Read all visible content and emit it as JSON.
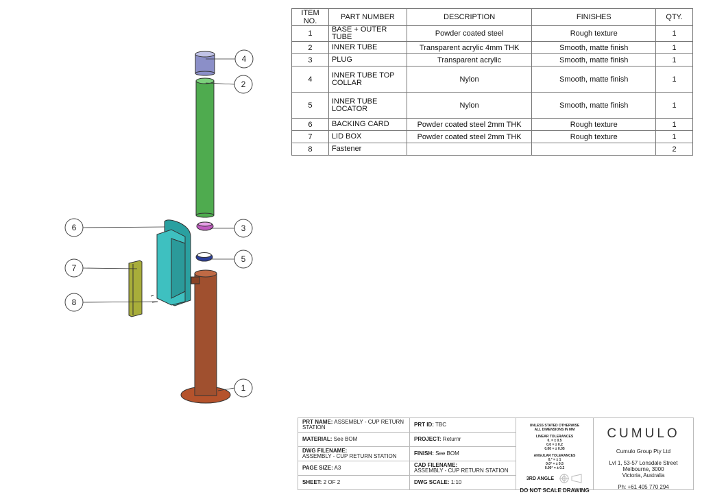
{
  "bom": {
    "headers": [
      "ITEM NO.",
      "PART NUMBER",
      "DESCRIPTION",
      "FINISHES",
      "QTY."
    ],
    "rows": [
      {
        "item": "1",
        "part": "BASE + OUTER TUBE",
        "desc": "Powder coated steel",
        "finish": "Rough texture",
        "qty": "1"
      },
      {
        "item": "2",
        "part": "INNER TUBE",
        "desc": "Transparent acrylic 4mm THK",
        "finish": "Smooth, matte finish",
        "qty": "1"
      },
      {
        "item": "3",
        "part": "PLUG",
        "desc": "Transparent acrylic",
        "finish": "Smooth, matte finish",
        "qty": "1"
      },
      {
        "item": "4",
        "part": "INNER TUBE TOP COLLAR",
        "desc": "Nylon",
        "finish": "Smooth, matte finish",
        "qty": "1"
      },
      {
        "item": "5",
        "part": "INNER TUBE LOCATOR",
        "desc": "Nylon",
        "finish": "Smooth, matte finish",
        "qty": "1"
      },
      {
        "item": "6",
        "part": "BACKING CARD",
        "desc": "Powder coated steel 2mm THK",
        "finish": "Rough texture",
        "qty": "1"
      },
      {
        "item": "7",
        "part": "LID BOX",
        "desc": "Powder coated steel 2mm THK",
        "finish": "Rough texture",
        "qty": "1"
      },
      {
        "item": "8",
        "part": "Fastener",
        "desc": "",
        "finish": "",
        "qty": "2"
      }
    ]
  },
  "balloons": [
    "1",
    "2",
    "3",
    "4",
    "5",
    "6",
    "7",
    "8"
  ],
  "title_block": {
    "prt_name_label": "PRT NAME:",
    "prt_name": "ASSEMBLY - CUP RETURN STATION",
    "material_label": "MATERIAL:",
    "material": "See BOM",
    "dwg_filename_label": "DWG FILENAME:",
    "dwg_filename": "ASSEMBLY - CUP RETURN STATION",
    "page_size_label": "PAGE SIZE:",
    "page_size": "A3",
    "sheet_label": "SHEET:",
    "sheet": "2 OF 2",
    "prt_id_label": "PRT ID:",
    "prt_id": "TBC",
    "project_label": "PROJECT:",
    "project": "Returnr",
    "finish_label": "FINISH:",
    "finish": "See BOM",
    "cad_filename_label": "CAD FILENAME:",
    "cad_filename": "ASSEMBLY - CUP RETURN STATION",
    "dwg_scale_label": "DWG SCALE:",
    "dwg_scale": "1:10"
  },
  "tolerances": {
    "note1": "UNLESS STATED OTHERWISE",
    "note2": "ALL DIMENSIONS IN MM",
    "linear_title": "LINEAR TOLERANCES",
    "linear": [
      "0.    = ± 0.5",
      "0.0   = ± 0.2",
      "0.00  = ± 0.05"
    ],
    "angular_title": "ANGULAR TOLERANCES",
    "angular": [
      "0.°   = ± 1",
      "0.0°  = ± 0.5",
      "0.00° = ± 0.2"
    ],
    "projection": "3RD ANGLE",
    "warning": "DO NOT SCALE DRAWING"
  },
  "company": {
    "logo": "CUMULO",
    "name": "Cumulo Group Pty Ltd",
    "address1": "Lvl 1, 53-57 Lonsdale Street",
    "address2": "Melbourne, 3000",
    "address3": "Victoria, Australia",
    "phone": "Ph: +61 405 770 294"
  }
}
